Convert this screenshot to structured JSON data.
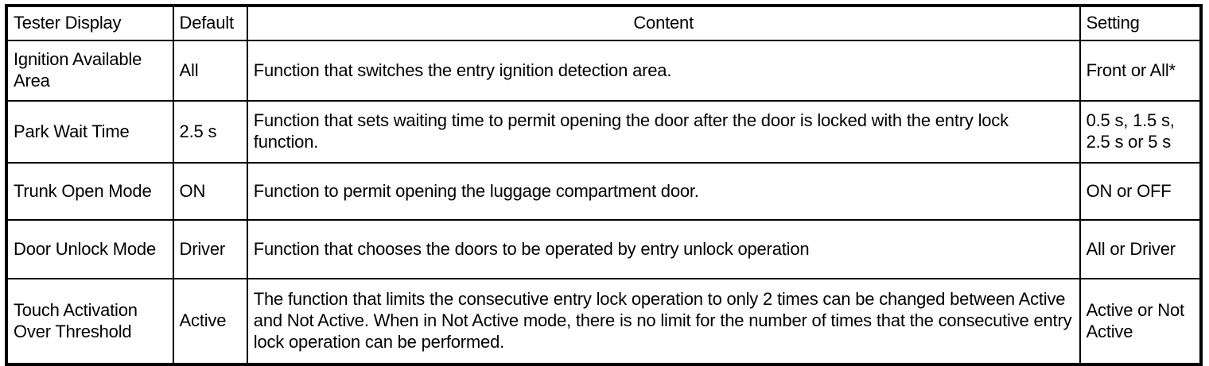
{
  "table": {
    "columns": [
      {
        "key": "tester_display",
        "label": "Tester Display"
      },
      {
        "key": "default",
        "label": "Default"
      },
      {
        "key": "content",
        "label": "Content"
      },
      {
        "key": "setting",
        "label": "Setting"
      }
    ],
    "rows": [
      {
        "tester_display": "Ignition Available Area",
        "default": "All",
        "content": "Function that switches the entry ignition detection area.",
        "setting": "Front or All*"
      },
      {
        "tester_display": "Park Wait Time",
        "default": "2.5 s",
        "content": "Function that sets waiting time to permit opening the door after the door is locked with the entry lock function.",
        "setting": "0.5 s, 1.5 s, 2.5 s or 5 s"
      },
      {
        "tester_display": "Trunk Open Mode",
        "default": "ON",
        "content": "Function to permit opening the luggage compartment door.",
        "setting": "ON or OFF"
      },
      {
        "tester_display": "Door Unlock Mode",
        "default": "Driver",
        "content": "Function that chooses the doors to be operated by entry unlock operation",
        "setting": "All or Driver"
      },
      {
        "tester_display": "Touch Activation Over Threshold",
        "default": "Active",
        "content": "The function that limits the consecutive entry lock operation to only 2 times can be changed between Active and Not Active. When in Not Active mode, there is no limit for the number of times that the consecutive entry lock operation can be performed.",
        "setting": "Active or Not Active"
      }
    ]
  },
  "colors": {
    "border": "#000000",
    "text": "#000000",
    "background": "#ffffff"
  }
}
